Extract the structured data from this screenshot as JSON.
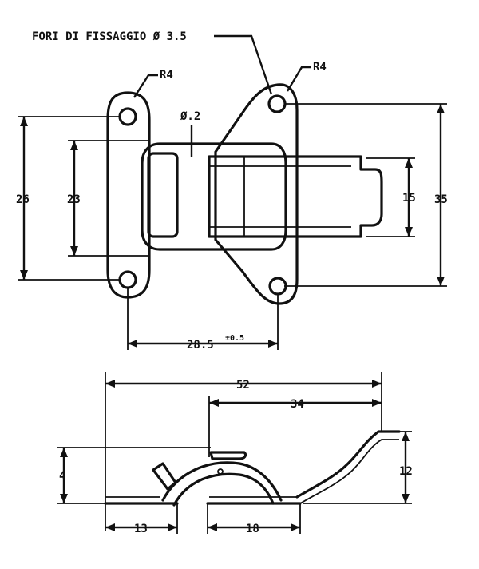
{
  "callouts": {
    "fixing_holes": "FORI DI FISSAGGIO Ø 3.5",
    "radius_left": "R4",
    "radius_right": "R4",
    "slot_width": "Ø.2"
  },
  "top_view": {
    "dim_outer_height_left": "26",
    "dim_inner_height_left": "23",
    "dim_catch_height": "15",
    "dim_total_height_right": "35",
    "dim_hole_spacing": "28.5",
    "dim_hole_spacing_tolerance": "±0.5"
  },
  "side_view": {
    "dim_overall_length": "52",
    "dim_lever_length": "34",
    "dim_height": "12",
    "dim_left_base": "13",
    "dim_right_base": "18",
    "dim_left_small": "4"
  }
}
